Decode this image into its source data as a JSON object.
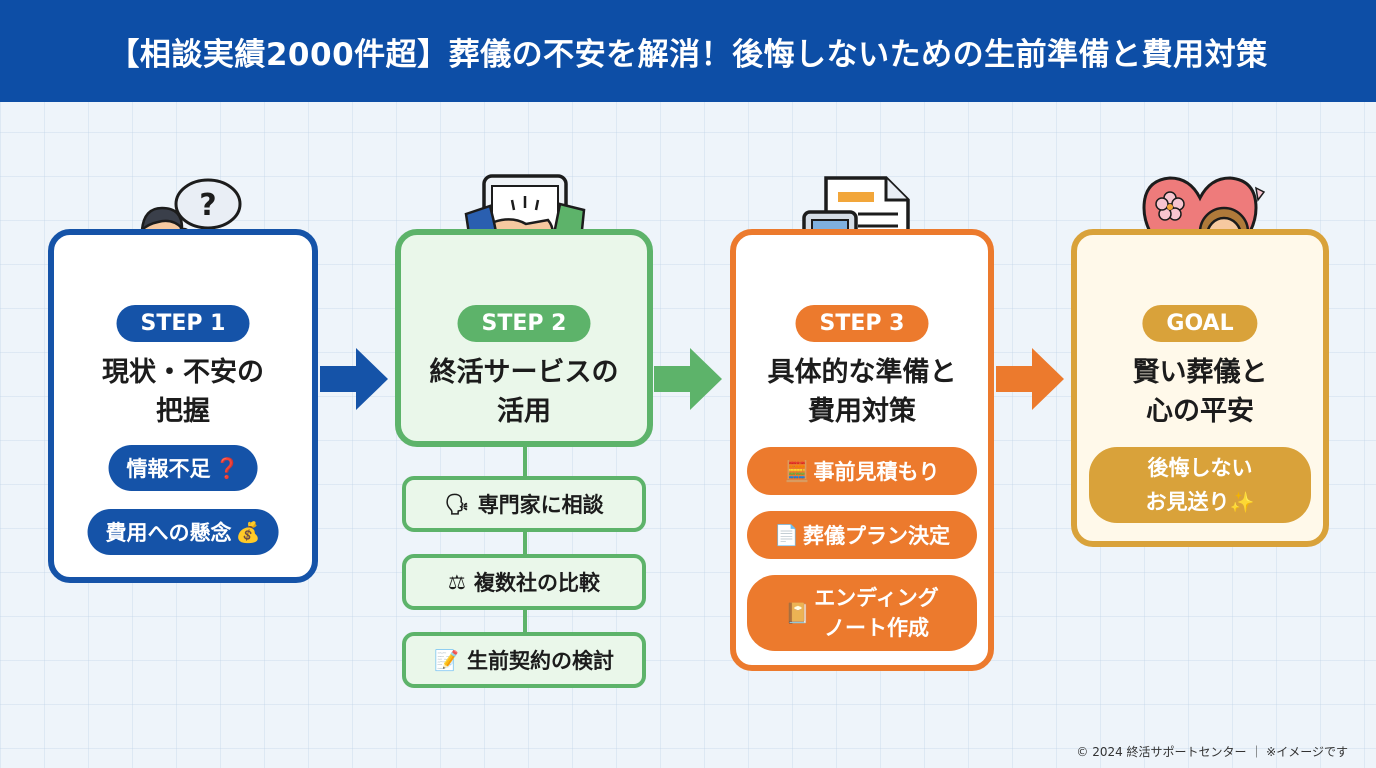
{
  "header": {
    "title": "【相談実績2000件超】葬儀の不安を解消！後悔しないための生前準備と費用対策"
  },
  "steps": [
    {
      "label": "STEP 1",
      "title_line1": "現状・不安の",
      "title_line2": "把握",
      "items": [
        {
          "text": "情報不足",
          "icon": "❓"
        },
        {
          "text": "費用への懸念",
          "icon": "💰"
        }
      ]
    },
    {
      "label": "STEP 2",
      "title_line1": "終活サービスの",
      "title_line2": "活用",
      "items": [
        {
          "text": "専門家に相談",
          "icon": "🗣"
        },
        {
          "text": "複数社の比較",
          "icon": "⚖"
        },
        {
          "text": "生前契約の検討",
          "icon": "📝"
        }
      ]
    },
    {
      "label": "STEP 3",
      "title_line1": "具体的な準備と",
      "title_line2": "費用対策",
      "items": [
        {
          "text": "事前見積もり",
          "icon": "🧮"
        },
        {
          "text": "葬儀プラン決定",
          "icon": "📄"
        },
        {
          "text_line1": "エンディング",
          "text_line2": "ノート作成",
          "icon": "📔"
        }
      ]
    },
    {
      "label": "GOAL",
      "title_line1": "賢い葬儀と",
      "title_line2": "心の平安",
      "items": [
        {
          "text_line1": "後悔しない",
          "text_line2": "お見送り",
          "icon": "✨"
        }
      ]
    }
  ],
  "footer": {
    "text": "© 2024 終活サポートセンター ｜ ※イメージです"
  },
  "colors": {
    "header": "#0d4ea6",
    "step1": "#1553a8",
    "step2": "#5db36a",
    "step3": "#ec7a2d",
    "goal": "#d9a23a"
  }
}
